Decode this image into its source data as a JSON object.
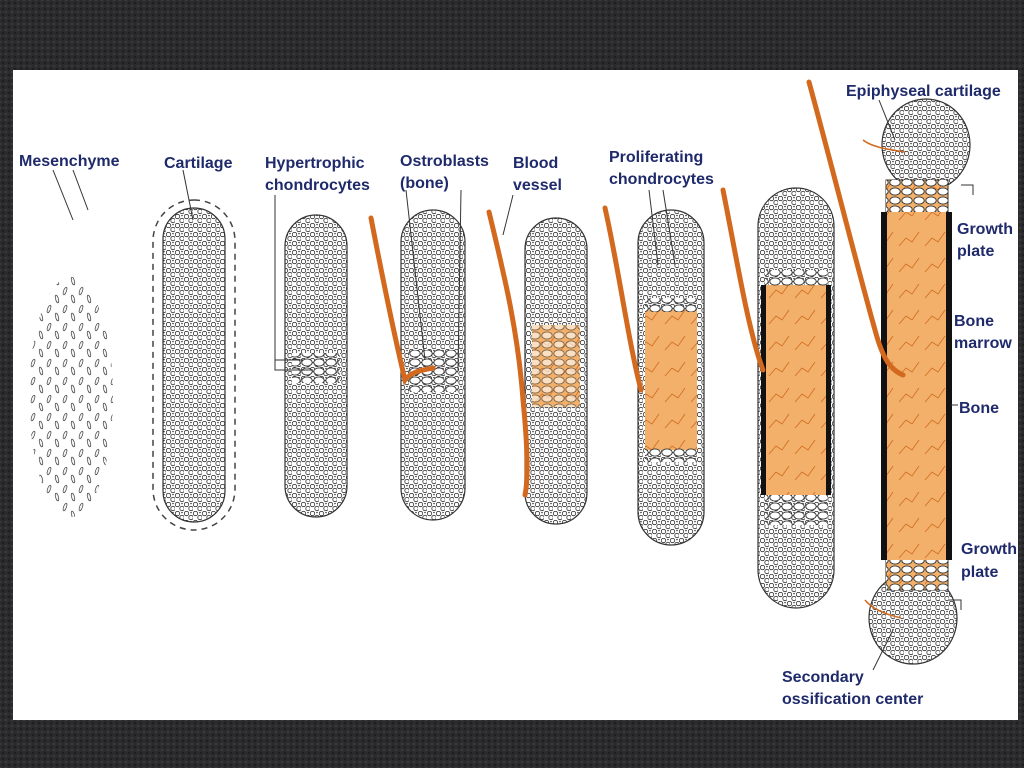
{
  "labels": {
    "mesenchyme": "Mesenchyme",
    "cartilage": "Cartilage",
    "hypertrophic_1": "Hypertrophic",
    "hypertrophic_2": "chondrocytes",
    "osteoblasts_1": "Ostroblasts",
    "osteoblasts_2": "(bone)",
    "blood_1": "Blood",
    "blood_2": "vessel",
    "proliferating_1": "Proliferating",
    "proliferating_2": "chondrocytes",
    "epiphyseal": "Epiphyseal cartilage",
    "growth_top_1": "Growth",
    "growth_top_2": "plate",
    "marrow_1": "Bone",
    "marrow_2": "marrow",
    "bone": "Bone",
    "growth_bottom_1": "Growth",
    "growth_bottom_2": "plate",
    "secondary_1": "Secondary",
    "secondary_2": "ossification center"
  },
  "colors": {
    "label": "#1f2a6b",
    "vessel": "#d2691e",
    "marrow": "#f2b06a",
    "cell_stroke": "#333333"
  }
}
